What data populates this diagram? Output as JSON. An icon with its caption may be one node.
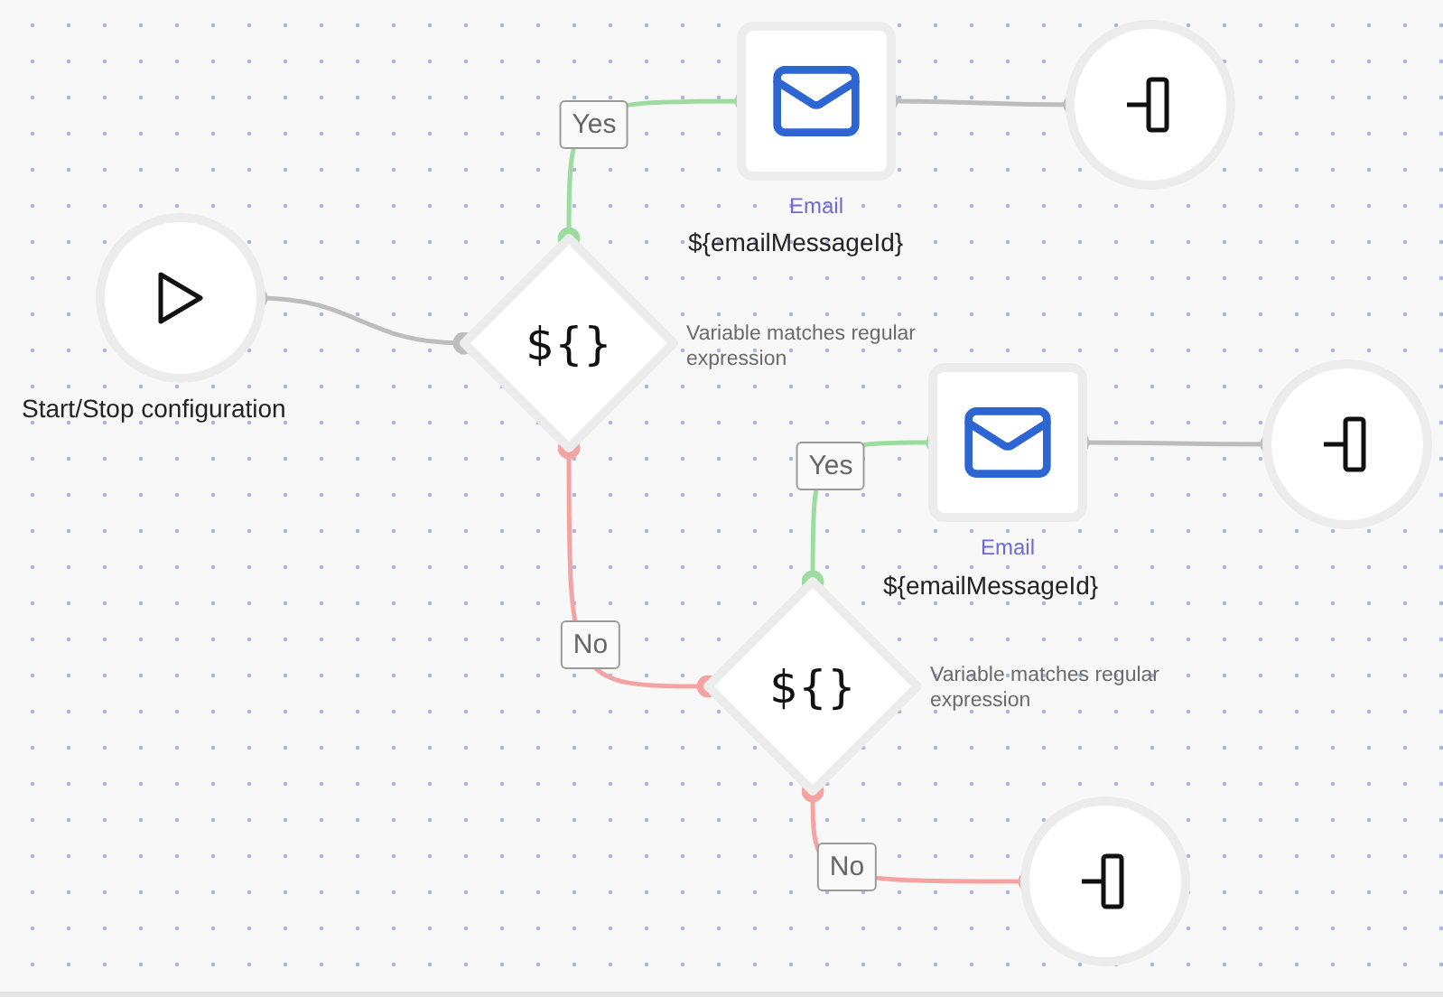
{
  "diagram": {
    "nodes": [
      {
        "text": [
          "Start/Stop configuration"
        ]
      },
      {
        "text": [
          "${}"
        ],
        "beside": [
          "Variable matches regular expression"
        ]
      },
      {
        "text": [
          "Email",
          "${emailMessageId}"
        ]
      },
      {
        "text": [],
        "shape": "circle"
      },
      {
        "text": [
          "Email",
          "${emailMessageId}"
        ]
      },
      {
        "text": [],
        "shape": "circle"
      },
      {
        "text": [
          "${}"
        ],
        "beside": [
          "Variable matches regular expression"
        ]
      },
      {
        "text": [],
        "shape": "circle"
      }
    ],
    "edges": [
      {
        "from": 0,
        "to": 1,
        "arrow": "other"
      },
      {
        "from": 1,
        "to": 2,
        "arrow": "other",
        "label": "Yes",
        "color": "#9ddc9f"
      },
      {
        "from": 2,
        "to": 3,
        "arrow": "other"
      },
      {
        "from": 1,
        "to": 6,
        "arrow": "other",
        "label": "No",
        "color": "#f4a3a3"
      },
      {
        "from": 6,
        "to": 4,
        "arrow": "other",
        "label": "Yes",
        "color": "#9ddc9f"
      },
      {
        "from": 4,
        "to": 5,
        "arrow": "other"
      },
      {
        "from": 6,
        "to": 7,
        "arrow": "other",
        "label": "No",
        "color": "#f4a3a3"
      }
    ]
  }
}
